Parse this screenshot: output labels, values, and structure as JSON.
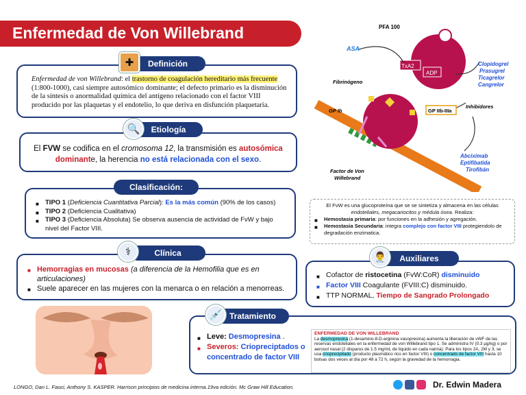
{
  "title": "Enfermedad de Von Willebrand",
  "definicion": {
    "header": "Definición",
    "t1": "Enfermedad de von Willebrand",
    "t2": ": el ",
    "t3": "trastorno de coagulación hereditario más frecuente",
    "t4": " (1:800-1000), casi siempre autosómico dominante; el defecto primario es la disminución de la síntesis o anormalidad química del antígeno relacionado con el factor VIII producido por las plaquetas y el endotelio, lo que deriva en disfunción plaquetaria."
  },
  "etiologia": {
    "header": "Etiología",
    "t1": "El ",
    "t2": "FVW",
    "t3": " se codifica en el ",
    "t4": "cromosoma 12",
    "t5": ", la transmisión es ",
    "t6": "autosómica dominant",
    "t7": "e, la herencia ",
    "t8": "no está relacionada con el sexo",
    "t9": "."
  },
  "clasificacion": {
    "header": "Clasificación:",
    "items": [
      {
        "a": "TIPO 1",
        "b": " (",
        "c": "Deficiencia Cuantitativa Parcial",
        "d": "): ",
        "e": "Es la más común",
        "f": " (90% de los casos)"
      },
      {
        "a": "TIPO 2",
        "b": " (Deficiencia Cualitativa)"
      },
      {
        "a": "TIPO 3",
        "b": " (Deficiencia Absoluta) Se observa ausencia de actividad de FvW y bajo nivel del Factor VIII."
      }
    ]
  },
  "clinica": {
    "header": "Clínica",
    "i1a": "Hemorragias en mucosas",
    "i1b": " (a diferencia de la Hemofilia que es en articulaciones)",
    "i2": "Suele aparecer en las mujeres con la menarca o en relación a menorreas."
  },
  "tratamiento": {
    "header": "Tratamiento",
    "leve_label": "Leve: ",
    "leve_value": "Desmopresina",
    "leve_end": " .",
    "severos_label": "Severos: ",
    "severos_value": "Criopreciptados o concentrado de factor VIII"
  },
  "excerpt": {
    "title": "ENFERMEDAD DE VON WILLEBRAND",
    "p1": "La ",
    "p2": "desmopresina",
    "p3": " (1-desamino-8-D-arginina vasopresina) aumenta la liberación de vWF de las reservas endoteliales en la enfermedad de von Willebrand tipo 1. Se administra IV (0.3 µg/kg) o por aerosol nasal (2 disparos de 1.5 mg/mL de líquido en cada narina). Para los tipos 2A, 2M y 3, se usa ",
    "p4": "crioprecipitado",
    "p5": " (producto plasmático rico en factor VIII) o ",
    "p6": "concentrado de factor VIII",
    "p7": " hasta 10 bolsas dos veces al día por 48 a 72 h, según la gravedad de la hemorragia."
  },
  "diagram": {
    "pfa": "PFA 100",
    "asa": "ASA",
    "txa2": "TxA2",
    "adp": "ADP",
    "fibrinogeno": "Fibrinógeno",
    "gpib": "GP Ib",
    "gpiib": "GP IIb-IIIa",
    "inhibidores": "Inhibidores",
    "clopi": "Clopidogrel",
    "prasu": "Prasugrel",
    "tica": "Ticagrelor",
    "cang": "Cangrelor",
    "abci": "Abciximab",
    "epti": "Eptifibatida",
    "tiro": "Tirofibán",
    "fvw1": "Factor de Von",
    "fvw2": "Willebrand"
  },
  "fvw_info": {
    "intro": "El FvW es una glucoproteína que se se sintetiza y almacena en las células",
    "intro2": "endoteliales, megacariocitos y médula ósea",
    "intro3": ". Realiza:",
    "h1a": "Hemostasia primaria",
    "h1b": ": por funciones en la adhesión y agregación.",
    "h2a": "Hemostasia Secundaria",
    "h2b": ": integra ",
    "h2c": "complejo con factor VIII",
    "h2d": " protegiendolo de degradación enzimatica."
  },
  "auxiliares": {
    "header": "Auxiliares",
    "i1a": "Cofactor de ",
    "i1b": "ristocetina",
    "i1c": " (FvW:CoR) ",
    "i1d": "disminuido",
    "i2a": "Factor VIII",
    "i2b": " Coagulante (FVIII:C) disminuido.",
    "i3a": "TTP NORMAL, ",
    "i3b": "Tiempo de Sangrado Prolongado"
  },
  "reference": "LONGO, Dan L. Fauci, Anthony S. KASPER. Harrison principios de medicina interna.19va edición. Mc Graw Hill Education.",
  "author": "Dr. Edwin Madera"
}
